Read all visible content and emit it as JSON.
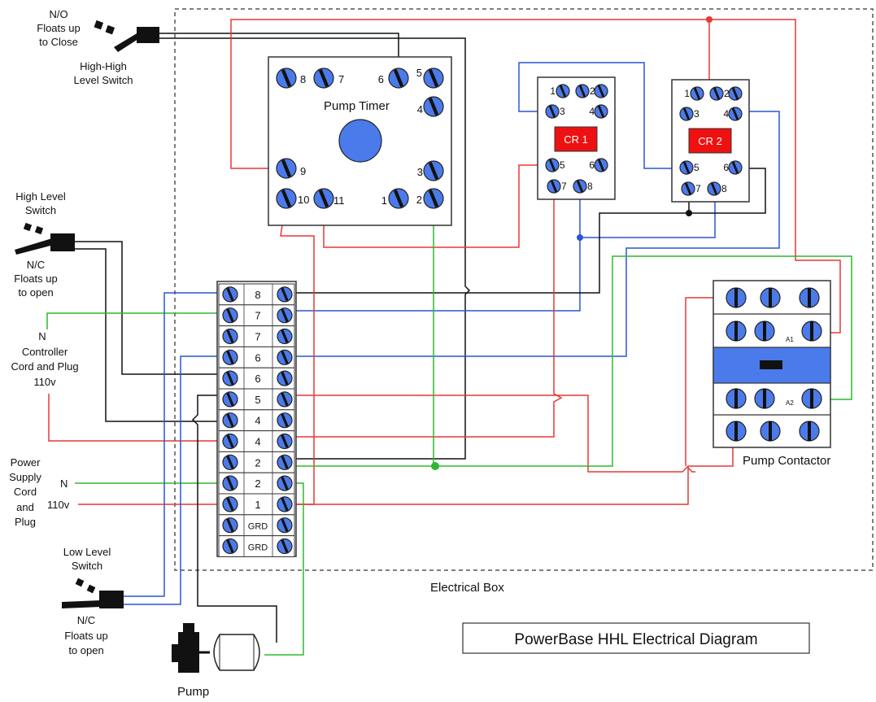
{
  "colors": {
    "red": "#e53935",
    "blue": "#2a56d4",
    "green": "#2eb82e",
    "black": "#111111",
    "terminal_fill": "#4b7bea",
    "relay_label_fill": "#ee1111",
    "box_border": "#555555"
  },
  "title": "PowerBase HHL Electrical Diagram",
  "box_label": "Electrical Box",
  "timer": {
    "label": "Pump Timer",
    "pins": [
      "8",
      "7",
      "6",
      "5",
      "4",
      "9",
      "3",
      "10",
      "11",
      "1",
      "2"
    ]
  },
  "relays": [
    {
      "label": "CR 1",
      "pins": [
        "1",
        "2",
        "3",
        "4",
        "5",
        "6",
        "7",
        "8"
      ]
    },
    {
      "label": "CR 2",
      "pins": [
        "1",
        "2",
        "3",
        "4",
        "5",
        "6",
        "7",
        "8"
      ]
    }
  ],
  "contactor": {
    "label": "Pump Contactor",
    "a1": "A1",
    "a2": "A2"
  },
  "terminal_strip": [
    "8",
    "7",
    "7",
    "6",
    "6",
    "5",
    "4",
    "4",
    "2",
    "2",
    "1",
    "GRD",
    "GRD"
  ],
  "switches": {
    "high_high": [
      "N/O",
      "Floats up",
      "to Close",
      "High-High",
      "Level Switch"
    ],
    "high": [
      "High Level",
      "Switch",
      "N/C",
      "Floats up",
      "to open"
    ],
    "low": [
      "Low Level",
      "Switch",
      "N/C",
      "Floats up",
      "to open"
    ]
  },
  "controller_cord": [
    "N",
    "Controller",
    "Cord and Plug",
    "110v"
  ],
  "power_cord": [
    "Power",
    "Supply",
    "Cord",
    "and",
    "Plug"
  ],
  "power_n": "N",
  "power_110v": "110v",
  "pump": {
    "label": "Pump"
  }
}
